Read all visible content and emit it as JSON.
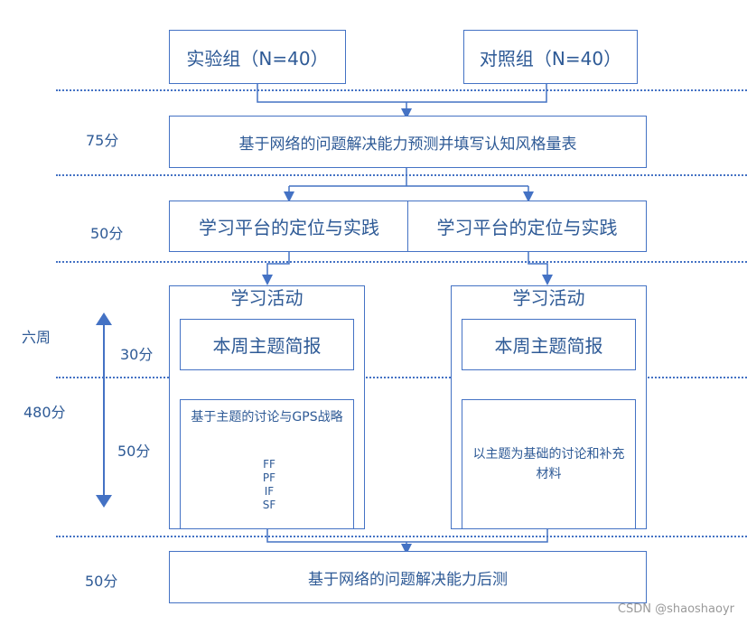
{
  "groups": {
    "experimental": "实验组（N=40）",
    "control": "对照组（N=40）"
  },
  "pretest": "基于网络的问题解决能力预测并填写认知风格量表",
  "platform_left": "学习平台的定位与实践",
  "platform_right": "学习平台的定位与实践",
  "activity_left": {
    "title": "学习活动",
    "weekly": "本周主题简报",
    "discussion": "基于主题的讨论与GPS战略",
    "strategies": [
      "FF",
      "PF",
      "IF",
      "SF"
    ]
  },
  "activity_right": {
    "title": "学习活动",
    "weekly": "本周主题简报",
    "discussion": "以主题为基础的讨论和补充材料"
  },
  "posttest": "基于网络的问题解决能力后测",
  "time_labels": {
    "t75": "75分",
    "t50a": "50分",
    "six_weeks": "六周",
    "t480": "480分",
    "t30": "30分",
    "t50b": "50分",
    "t50c": "50分"
  },
  "watermark": "CSDN @shaoshaoyr",
  "colors": {
    "stroke": "#4472c4",
    "text": "#2e5a96"
  }
}
